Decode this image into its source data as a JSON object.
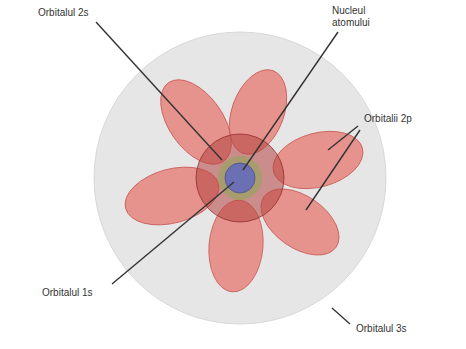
{
  "diagram": {
    "labels": [
      "Orbitalul 2s",
      "Nucleul atomului",
      "Orbitalii 2p",
      "Orbitalul 1s",
      "Orbitalul 3s"
    ]
  }
}
